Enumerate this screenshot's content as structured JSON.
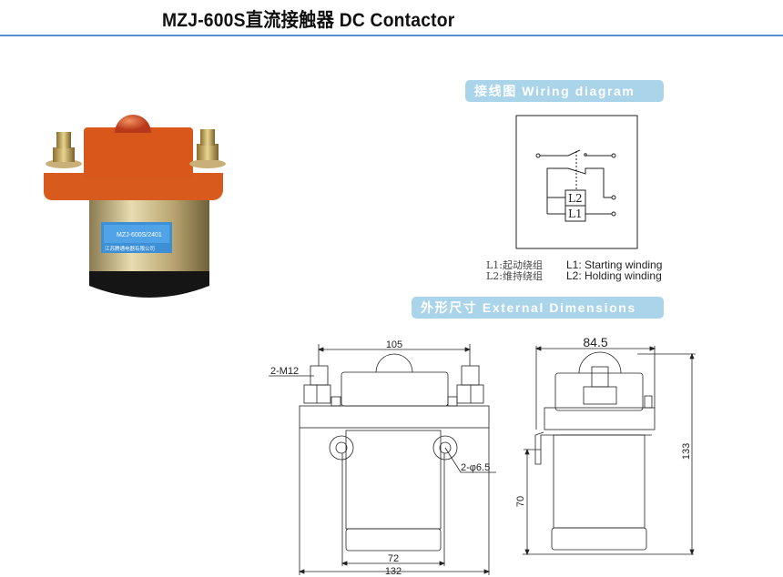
{
  "header": {
    "title": "MZJ-600S直流接触器 DC Contactor"
  },
  "product_photo": {
    "label_model": "MZJ-600S/2401",
    "label_maker": "江苏腾通电器有限公司"
  },
  "wiring": {
    "banner": "接线图 Wiring diagram",
    "coil_l2": "L2",
    "coil_l1": "L1",
    "legend": [
      {
        "cn": "L1:起动绕组",
        "en": "L1: Starting winding"
      },
      {
        "cn": "L2:维持绕组",
        "en": "L2: Holding winding"
      }
    ]
  },
  "dimensions": {
    "banner": "外形尺寸 External Dimensions",
    "front": {
      "terminal": "2-M12",
      "terminal_spacing": "105",
      "mount_holes": "2-φ6.5",
      "hole_spacing": "72",
      "width": "132"
    },
    "side": {
      "depth": "84.5",
      "height": "133",
      "mount_height": "70"
    }
  }
}
